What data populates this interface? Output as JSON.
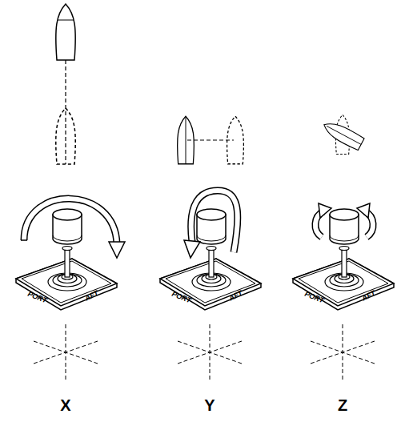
{
  "diagram": {
    "labels": [
      "PORT",
      "AFT",
      "PORT",
      "AFT",
      "PORT",
      "AFT",
      "X",
      "Y",
      "Z"
    ]
  }
}
